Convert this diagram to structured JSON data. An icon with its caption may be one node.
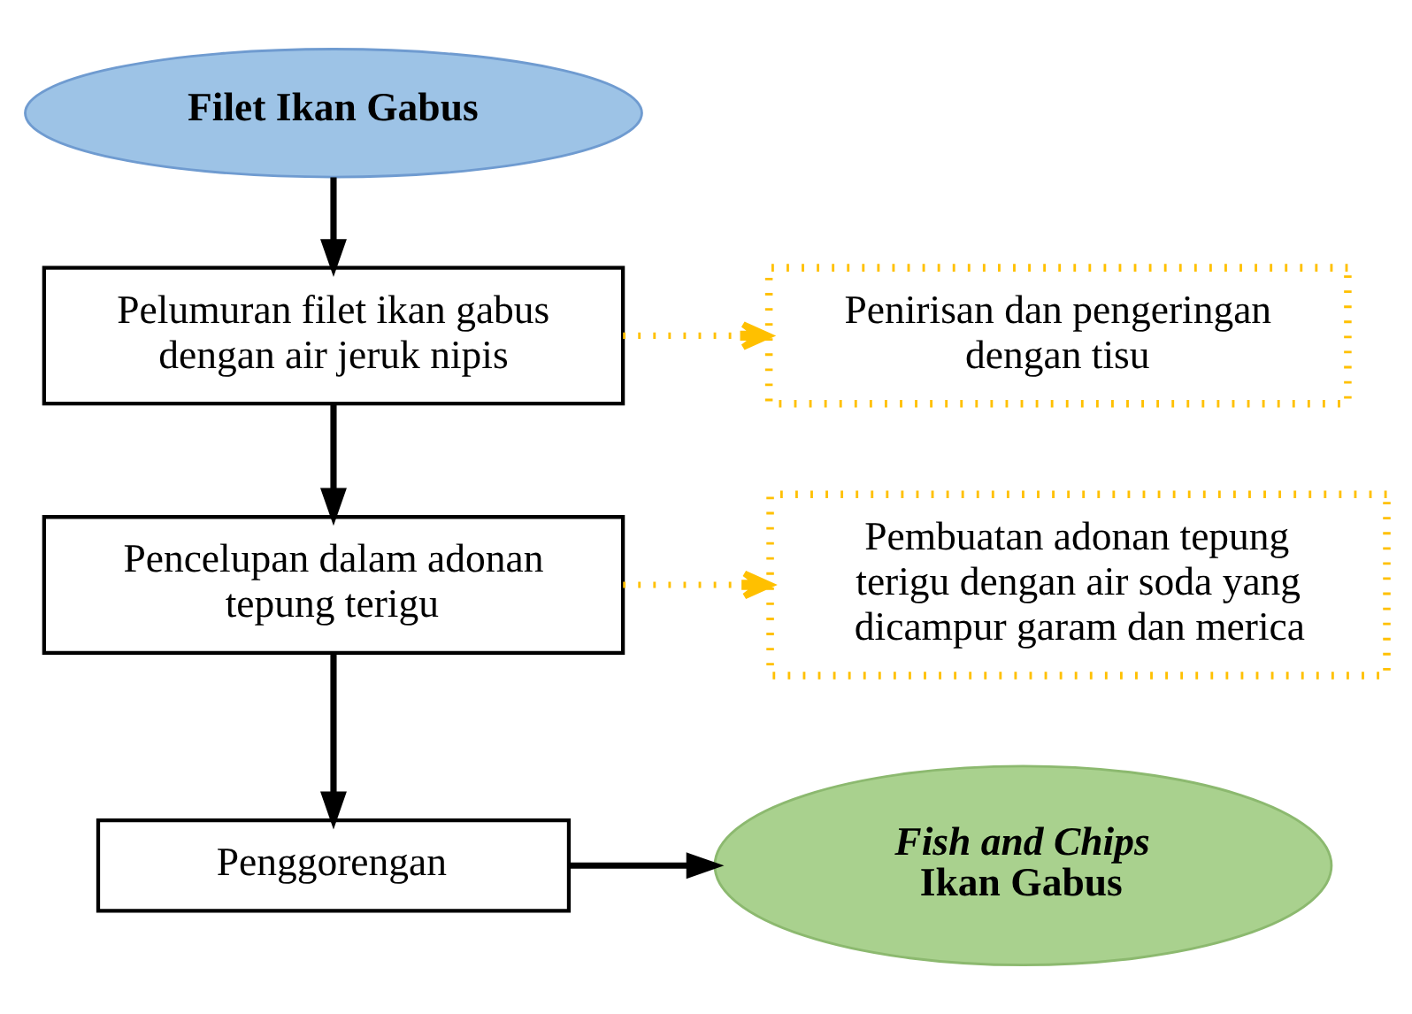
{
  "diagram": {
    "nodes": [
      {
        "text": [
          "Filet Ikan Gabus"
        ]
      },
      {
        "text": [
          "Pelumuran filet ikan gabus dengan air jeruk nipis"
        ]
      },
      {
        "text": [
          "Penirisan dan pengeringan dengan tisu"
        ]
      },
      {
        "text": [
          "Pencelupan dalam adonan tepung terigu"
        ]
      },
      {
        "text": [
          "Pembuatan adonan tepung terigu dengan air soda yang dicampur garam dan merica"
        ]
      },
      {
        "text": [
          "Penggorengan"
        ]
      },
      {
        "text": [
          "Fish and Chips",
          "Ikan Gabus"
        ]
      }
    ],
    "edges": [
      {
        "from": 0,
        "to": 1,
        "arrow": "to"
      },
      {
        "from": 1,
        "to": 2,
        "arrow": "to",
        "style": "dashed",
        "color": "#ffc000"
      },
      {
        "from": 1,
        "to": 3,
        "arrow": "to"
      },
      {
        "from": 3,
        "to": 4,
        "arrow": "to",
        "style": "dashed",
        "color": "#ffc000"
      },
      {
        "from": 3,
        "to": 5,
        "arrow": "to"
      },
      {
        "from": 5,
        "to": 6,
        "arrow": "to"
      }
    ]
  }
}
